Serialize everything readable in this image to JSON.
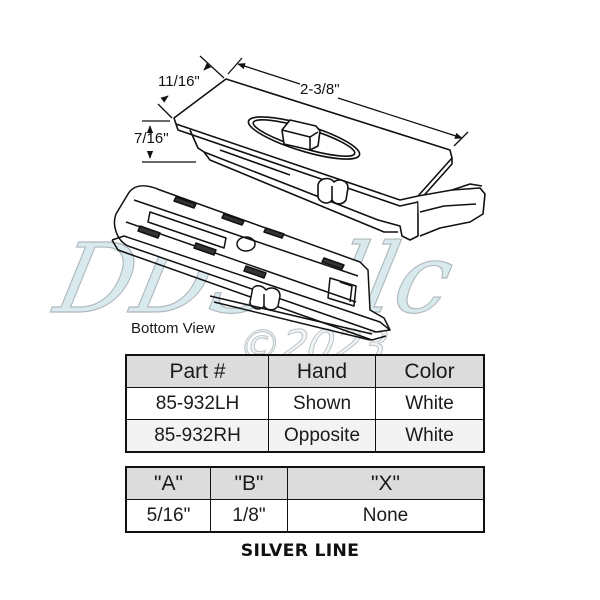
{
  "drawing": {
    "dimensions": {
      "width": "11/16\"",
      "length": "2-3/8\"",
      "height": "7/16\""
    },
    "caption": "Bottom View"
  },
  "watermark": {
    "text": "DDS llc",
    "copyright": "©2023",
    "fill_color": "#d4e8ec",
    "outline_color": "#9aa4a8"
  },
  "part_table": {
    "headers": [
      "Part #",
      "Hand",
      "Color"
    ],
    "rows": [
      [
        "85-932LH",
        "Shown",
        "White"
      ],
      [
        "85-932RH",
        "Opposite",
        "White"
      ]
    ],
    "header_bg": "#dcdcdc"
  },
  "dimension_table": {
    "headers": [
      "\"A\"",
      "\"B\"",
      "\"X\""
    ],
    "rows": [
      [
        "5/16\"",
        "1/8\"",
        "None"
      ]
    ]
  },
  "brand": "SILVER LINE"
}
